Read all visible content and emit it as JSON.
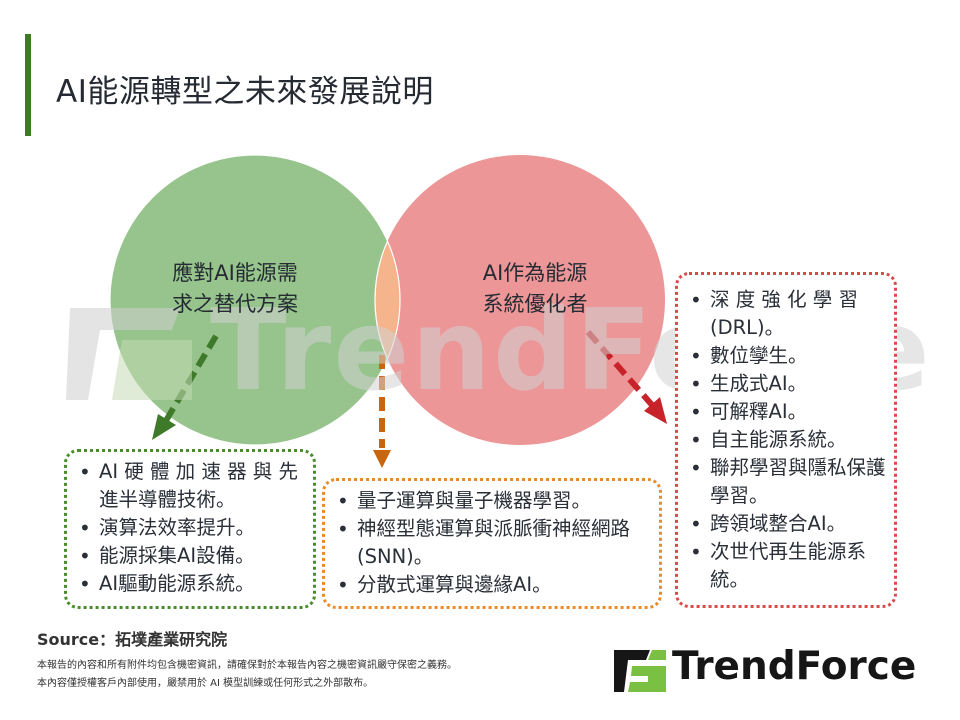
{
  "header": {
    "title": "AI能源轉型之未來發展說明",
    "accent_color": "#3d7a24"
  },
  "watermark": {
    "text": "TrendForce"
  },
  "venn": {
    "left_circle": {
      "label_line1": "應對AI能源需",
      "label_line2": "求之替代方案",
      "color": "#96c48c"
    },
    "right_circle": {
      "label_line1": "AI作為能源",
      "label_line2": "系統優化者",
      "color": "#ec9697"
    },
    "overlap_color": "#f6b48c"
  },
  "boxes": {
    "left": {
      "border_color": "#4a8c2c",
      "items": [
        "AI 硬 體 加 速 器 與 先進半導體技術。",
        "演算法效率提升。",
        "能源採集AI設備。",
        "AI驅動能源系統。"
      ]
    },
    "center": {
      "border_color": "#e88a2c",
      "items": [
        "量子運算與量子機器學習。",
        "神經型態運算與派脈衝神經網路(SNN)。",
        "分散式運算與邊緣AI。"
      ]
    },
    "right": {
      "border_color": "#d84a4a",
      "items": [
        "深 度 強 化 學 習 (DRL)。",
        "數位孿生。",
        "生成式AI。",
        "可解釋AI。",
        "自主能源系統。",
        "聯邦學習與隱私保護學習。",
        "跨領域整合AI。",
        "次世代再生能源系統。"
      ]
    }
  },
  "footer": {
    "source": "Source：拓墣產業研究院",
    "disclaimer_line1": "本報告的內容和所有附件均包含機密資訊，請確保對於本報告內容之機密資訊嚴守保密之義務。",
    "disclaimer_line2": "本內容僅授權客戶內部使用，嚴禁用於 AI 模型訓練或任何形式之外部散布。",
    "logo_text": "TrendForce",
    "logo_accent_color": "#7ac143"
  }
}
